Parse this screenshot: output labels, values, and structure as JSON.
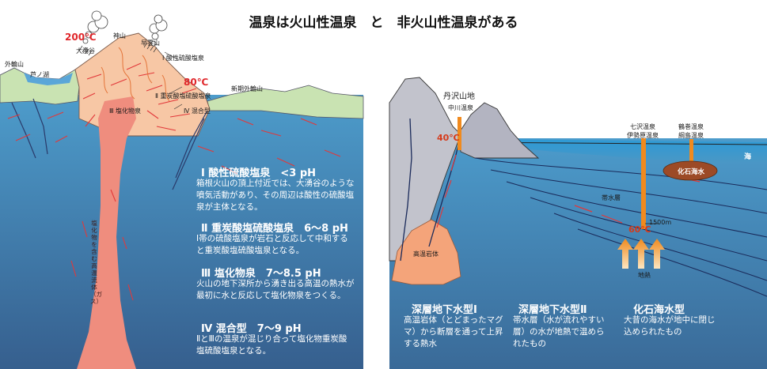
{
  "title": "温泉は火山性温泉　と　非火山性温泉がある",
  "left": {
    "places": {
      "sotowarin": "外輪山",
      "ashinoko": "芦ノ湖",
      "owakudani": "大湧谷",
      "kamiyama": "神山",
      "sounzan": "早雲山",
      "shinki_sotowarin": "新期外輪山"
    },
    "temps": {
      "t200": "200℃",
      "t80": "80℃"
    },
    "zone_labels": {
      "z1": "Ⅰ 酸性硫酸塩泉",
      "z2": "Ⅱ 重炭酸塩硫酸塩泉",
      "z3": "Ⅲ 塩化物泉",
      "z4": "Ⅳ 混合型"
    },
    "conduit_label": "塩化物を含む高温流体（ガス）",
    "types": [
      {
        "head": "Ⅰ 酸性硫酸塩泉　<3 pH",
        "body": "箱根火山の頂上付近では、大湧谷のような噴気活動があり、その周辺は酸性の硫酸塩泉が主体となる。"
      },
      {
        "head": "Ⅱ 重炭酸塩硫酸塩泉　6〜8 pH",
        "body": "Ⅰ帯の硫酸塩泉が岩石と反応して中和すると重炭酸塩硫酸塩泉となる。"
      },
      {
        "head": "Ⅲ 塩化物泉　7〜8.5 pH",
        "body": "火山の地下深所から湧き出る高温の熱水が最初に水と反応して塩化物泉をつくる。"
      },
      {
        "head": "Ⅳ 混合型　7〜9 pH",
        "body": "ⅡとⅢの温泉が混じり合って塩化物重炭酸塩硫酸塩泉となる。"
      }
    ]
  },
  "right": {
    "tanzawa": "丹沢山地",
    "nakagawa": "中川温泉",
    "nanasawa": "七沢温泉",
    "isehara": "伊勢原温泉",
    "tsurumaki": "鶴巻温泉",
    "tsunashima": "綱島温泉",
    "umi": "海",
    "kaseki_label": "化石海水",
    "taisuiso": "帯水層",
    "depth": "1500m",
    "t40": "40℃",
    "t60": "60℃",
    "koon_ganntai": "高温岩体",
    "chinetsu": "地熱",
    "types": [
      {
        "head": "深層地下水型Ⅰ",
        "body": "高温岩体（とどまったマグマ）から断層を通って上昇する熱水"
      },
      {
        "head": "深層地下水型Ⅱ",
        "body": "帯水層（水が流れやすい層）の水が地熱で温められたもの"
      },
      {
        "head": "化石海水型",
        "body": "大昔の海水が地中に閉じ込められたもの"
      }
    ]
  },
  "colors": {
    "water": "#4a97c5",
    "deep_water": "#3d6a97",
    "volcano": "#f7c7a5",
    "magma": "#ef8d7e",
    "mountain": "#b8b8c4",
    "hot_rock": "#f4a47a",
    "fossil_water": "#9c4a26",
    "temp_red": "#e0262a"
  }
}
